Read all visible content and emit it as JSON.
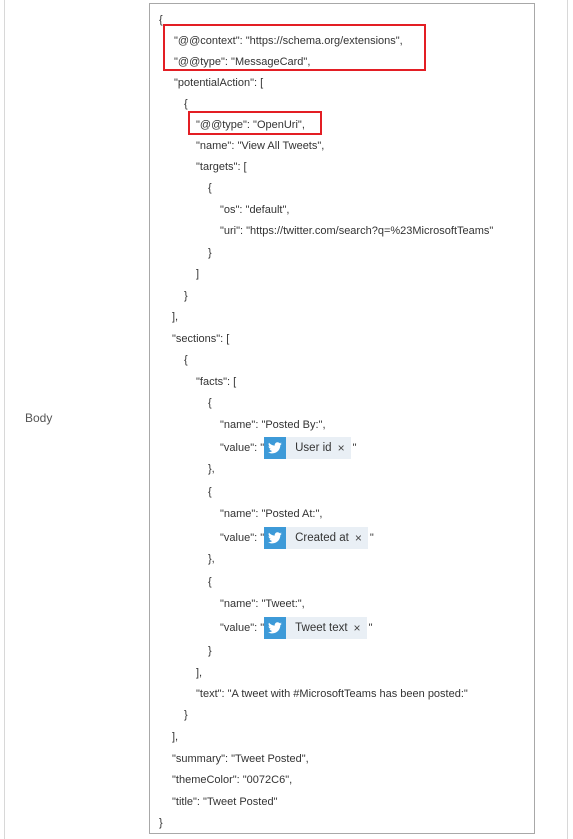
{
  "field": {
    "label": "Body"
  },
  "json_lines": {
    "l01": "{",
    "l02": "\"@@context\": \"https://schema.org/extensions\",",
    "l03": "\"@@type\": \"MessageCard\",",
    "l04": "\"potentialAction\": [",
    "l05": "{",
    "l06": "\"@@type\": \"OpenUri\",",
    "l07": "\"name\": \"View All Tweets\",",
    "l08": "\"targets\": [",
    "l09": "{",
    "l10": "\"os\": \"default\",",
    "l11": "\"uri\": \"https://twitter.com/search?q=%23MicrosoftTeams\"",
    "l12": "}",
    "l13": "]",
    "l14": "}",
    "l15": "],",
    "l16": "\"sections\": [",
    "l17": "{",
    "l18": "\"facts\": [",
    "l19": "{",
    "l20": "\"name\": \"Posted By:\",",
    "l21_prefix": "\"value\": \"",
    "l21_suffix": "\"",
    "l22": "},",
    "l23": "{",
    "l24": "\"name\": \"Posted At:\",",
    "l25_prefix": "\"value\": \"",
    "l25_suffix": "\"",
    "l26": "},",
    "l27": "{",
    "l28": "\"name\": \"Tweet:\",",
    "l29_prefix": "\"value\": \"",
    "l29_suffix": "\"",
    "l30": "}",
    "l31": "],",
    "l32": "\"text\": \"A tweet with #MicrosoftTeams has been posted:\"",
    "l33": "}",
    "l34": "],",
    "l35": "\"summary\": \"Tweet Posted\",",
    "l36": "\"themeColor\": \"0072C6\",",
    "l37": "\"title\": \"Tweet Posted\"",
    "l38": "}"
  },
  "tokens": {
    "user_id": {
      "label": "User id",
      "remove": "×",
      "icon": "twitter-icon"
    },
    "created_at": {
      "label": "Created at",
      "remove": "×",
      "icon": "twitter-icon"
    },
    "tweet_text": {
      "label": "Tweet text",
      "remove": "×",
      "icon": "twitter-icon"
    }
  },
  "colors": {
    "highlight": "#e31e24",
    "twitter_blue": "#3d9ad8",
    "token_bg": "#e9eff5"
  }
}
